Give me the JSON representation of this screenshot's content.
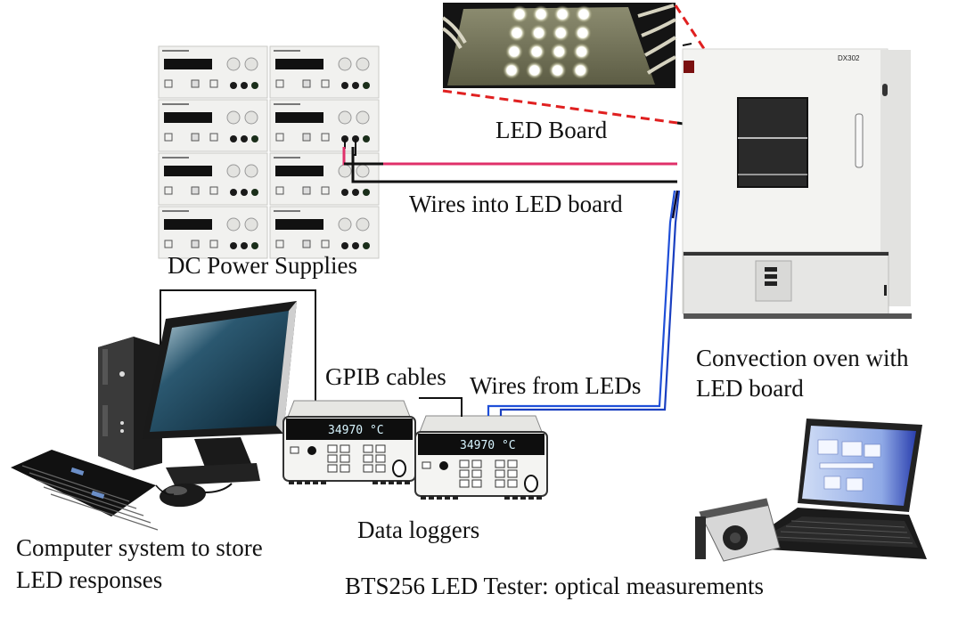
{
  "figure": {
    "type": "experimental-setup-diagram",
    "labels": {
      "led_board": "LED Board",
      "wires_into_led_board": "Wires into LED board",
      "dc_power_supplies": "DC Power Supplies",
      "convection_oven_line1": "Convection oven with",
      "convection_oven_line2": "LED board",
      "gpib_cables": "GPIB cables",
      "wires_from_leds": "Wires from LEDs",
      "data_loggers": "Data loggers",
      "computer_line1": "Computer system to store",
      "computer_line2": "LED responses",
      "bts256": "BTS256 LED Tester: optical measurements"
    },
    "components": {
      "led_board": {
        "led_rows": 4,
        "led_cols": 4
      },
      "dc_power_supplies": {
        "units": 8,
        "columns": 2,
        "rows": 4
      },
      "data_loggers": {
        "units": 2,
        "display_reading": "34970 °C"
      },
      "oven": {
        "model_text": "DX302"
      }
    },
    "wire_colors": {
      "power_positive": "#e0306a",
      "power_negative": "#111111",
      "led_sense_a": "#1f4fd8",
      "led_sense_b": "#0a1a8a",
      "callout_red": "#e02020",
      "callout_black": "#111111"
    }
  }
}
